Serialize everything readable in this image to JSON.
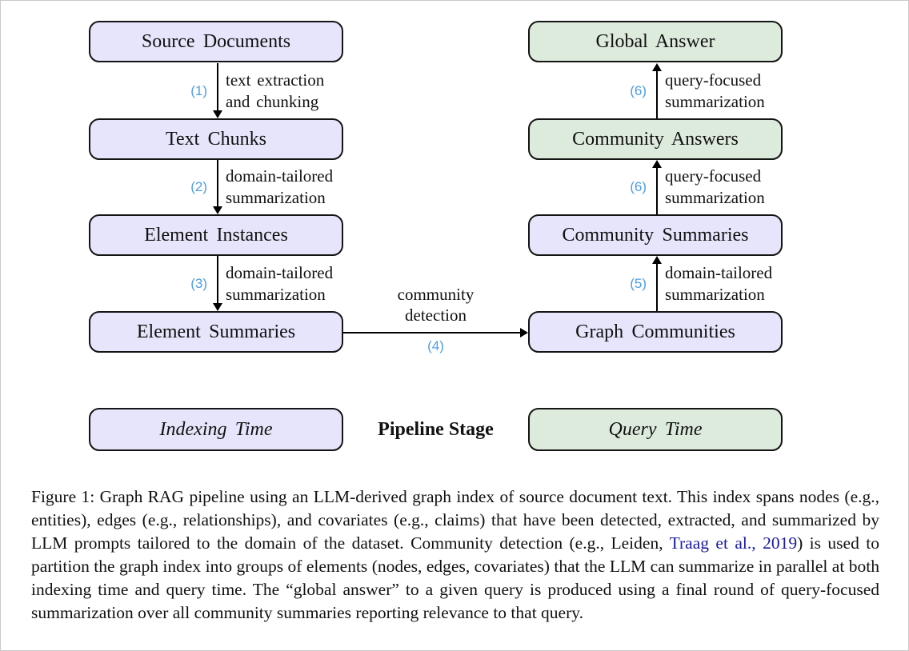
{
  "colors": {
    "node-indexing": "#e6e5fb",
    "node-query": "#ddebdc",
    "node-border": "#141414",
    "step-number": "#4e9de5",
    "citation-link": "#1a1aa0",
    "text": "#111111"
  },
  "diagram": {
    "nodes": [
      {
        "id": "source-documents",
        "label": "Source Documents",
        "type": "indexing"
      },
      {
        "id": "text-chunks",
        "label": "Text Chunks",
        "type": "indexing"
      },
      {
        "id": "element-instances",
        "label": "Element Instances",
        "type": "indexing"
      },
      {
        "id": "element-summaries",
        "label": "Element Summaries",
        "type": "indexing"
      },
      {
        "id": "graph-communities",
        "label": "Graph Communities",
        "type": "indexing"
      },
      {
        "id": "community-summaries",
        "label": "Community Summaries",
        "type": "indexing"
      },
      {
        "id": "community-answers",
        "label": "Community Answers",
        "type": "query"
      },
      {
        "id": "global-answer",
        "label": "Global Answer",
        "type": "query"
      }
    ],
    "edges": [
      {
        "number": "(1)",
        "lines": [
          "text extraction",
          "and chunking"
        ]
      },
      {
        "number": "(2)",
        "lines": [
          "domain-tailored",
          "summarization"
        ]
      },
      {
        "number": "(3)",
        "lines": [
          "domain-tailored",
          "summarization"
        ]
      },
      {
        "number": "(4)",
        "lines": [
          "community",
          "detection"
        ]
      },
      {
        "number": "(5)",
        "lines": [
          "domain-tailored",
          "summarization"
        ]
      },
      {
        "number": "(6)",
        "lines": [
          "query-focused",
          "summarization"
        ]
      },
      {
        "number": "(6)",
        "lines": [
          "query-focused",
          "summarization"
        ]
      }
    ],
    "legend": {
      "indexing": "Indexing Time",
      "stage_label": "Pipeline Stage",
      "query": "Query Time"
    }
  },
  "caption": {
    "segments": [
      {
        "text": "Figure 1: Graph RAG pipeline using an LLM-derived graph index of source document text. This index spans nodes (e.g., entities), edges (e.g., relationships), and covariates (e.g., claims) that have been detected, extracted, and summarized by LLM prompts tailored to the domain of the dataset. Community detection (e.g., Leiden, "
      },
      {
        "text": "Traag et al., 2019",
        "link": true
      },
      {
        "text": ") is used to partition the graph index into groups of elements (nodes, edges, covariates) that the LLM can summarize in parallel at both indexing time and query time. The “global answer” to a given query is produced using a final round of query-focused summarization over all community summaries reporting relevance to that query."
      }
    ]
  }
}
